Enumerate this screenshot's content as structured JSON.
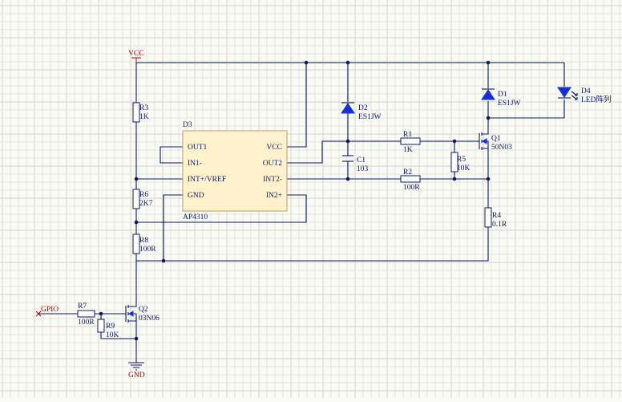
{
  "nets": {
    "vcc": "VCC",
    "gnd": "GND",
    "gpio": "GPIO"
  },
  "ic": {
    "designator": "D3",
    "part": "AP4310",
    "pins_left": [
      "OUT1",
      "IN1-",
      "INT+/VREF",
      "GND"
    ],
    "pins_right": [
      "VCC",
      "OUT2",
      "INT2-",
      "IN2+"
    ]
  },
  "parts": {
    "r3": {
      "ref": "R3",
      "value": "1K"
    },
    "r6": {
      "ref": "R6",
      "value": "2K7"
    },
    "r8": {
      "ref": "R8",
      "value": "100R"
    },
    "r7": {
      "ref": "R7",
      "value": "100R"
    },
    "r9": {
      "ref": "R9",
      "value": "10K"
    },
    "q2": {
      "ref": "Q2",
      "value": "03N06"
    },
    "d2": {
      "ref": "D2",
      "value": "ES1JW"
    },
    "c1": {
      "ref": "C1",
      "value": "103"
    },
    "r1": {
      "ref": "R1",
      "value": "1K"
    },
    "r2": {
      "ref": "R2",
      "value": "100R"
    },
    "r5": {
      "ref": "R5",
      "value": "10K"
    },
    "q1": {
      "ref": "Q1",
      "value": "50N03"
    },
    "r4": {
      "ref": "R4",
      "value": "0.1R"
    },
    "d1": {
      "ref": "D1",
      "value": "ES1JW"
    },
    "d4": {
      "ref": "D4",
      "value": "LED阵列"
    }
  },
  "colors": {
    "wire": "#0a1a66",
    "net_label": "#b00000",
    "diode_fill": "#1530d8",
    "ic_fill": "#fff2cc",
    "grid_minor": "#e6e6df",
    "grid_major": "#d3d3cb"
  }
}
